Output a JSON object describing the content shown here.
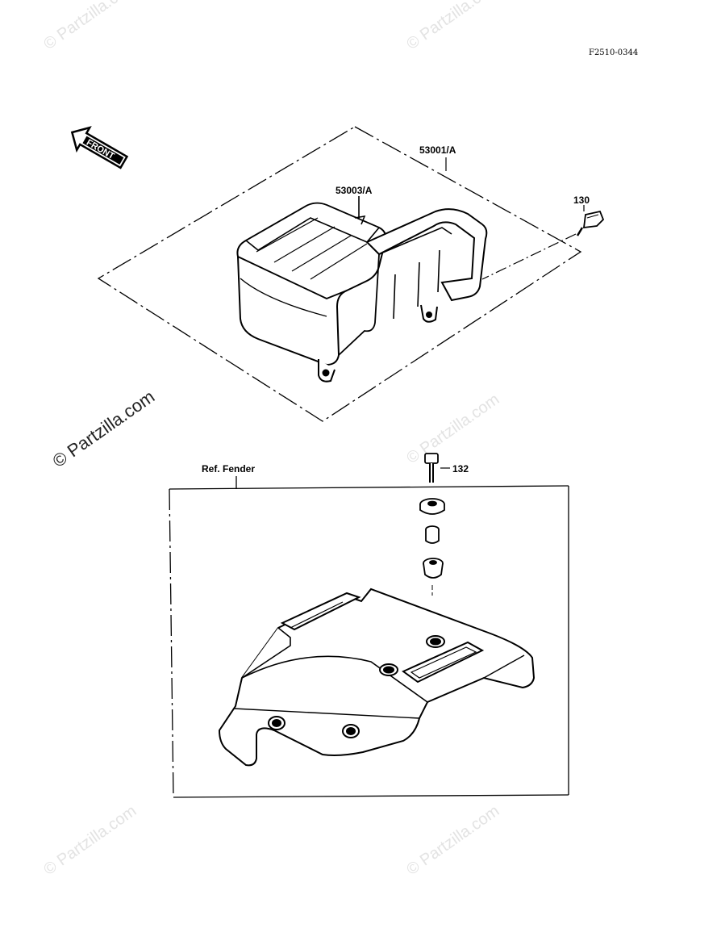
{
  "diagram_code": "F2510-0344",
  "front_arrow_label": "FRONT",
  "watermarks": {
    "main": "© Partzilla.com",
    "faint": "© Partzilla.com"
  },
  "callouts": {
    "seat_assembly": "53001/A",
    "seat_cover": "53003/A",
    "bolt_130": "130",
    "bolt_132": "132",
    "fender_ref": "Ref. Fender"
  }
}
